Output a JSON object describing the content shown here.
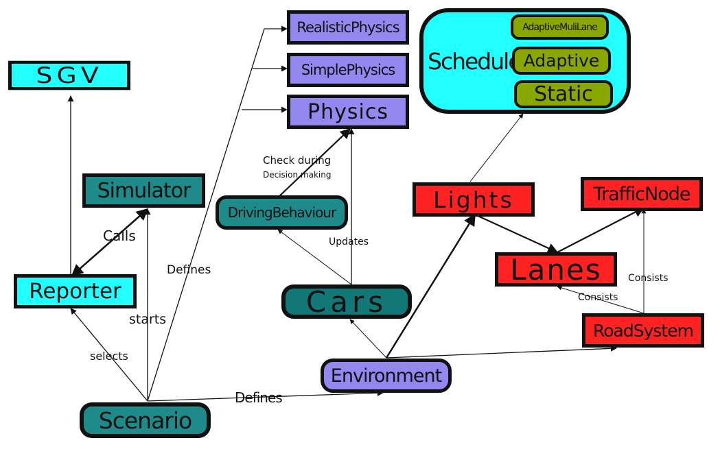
{
  "colors": {
    "cyan": "#22ffff",
    "teal": "#1f8a8a",
    "teal_dark": "#117777",
    "purple": "#9488f0",
    "red": "#ff2222",
    "olive": "#8aa600"
  },
  "nodes": {
    "sgv": "SGV",
    "simulator": "Simulator",
    "reporter": "Reporter",
    "scenario": "Scenario",
    "realistic_physics": "RealisticPhysics",
    "simple_physics": "SimplePhysics",
    "physics": "Physics",
    "driving_behaviour": "DrivingBehaviour",
    "cars": "Cars",
    "environment": "Environment",
    "scheduler": "Scheduler",
    "adaptive_multilane": "AdaptiveMuliLane",
    "adaptive": "Adaptive",
    "static": "Static",
    "lights": "Lights",
    "traffic_node": "TrafficNode",
    "lanes": "Lanes",
    "road_system": "RoadSystem"
  },
  "edge_labels": {
    "calls": "Calls",
    "defines_physics": "Defines",
    "starts": "starts",
    "selects": "selects",
    "defines_environment": "Defines",
    "check_during": "Check during",
    "decision_making": "Decision making",
    "updates": "Updates",
    "consists_roadsystem_lanes": "Consists",
    "consists_roadsystem_trafficnode": "Consists"
  }
}
